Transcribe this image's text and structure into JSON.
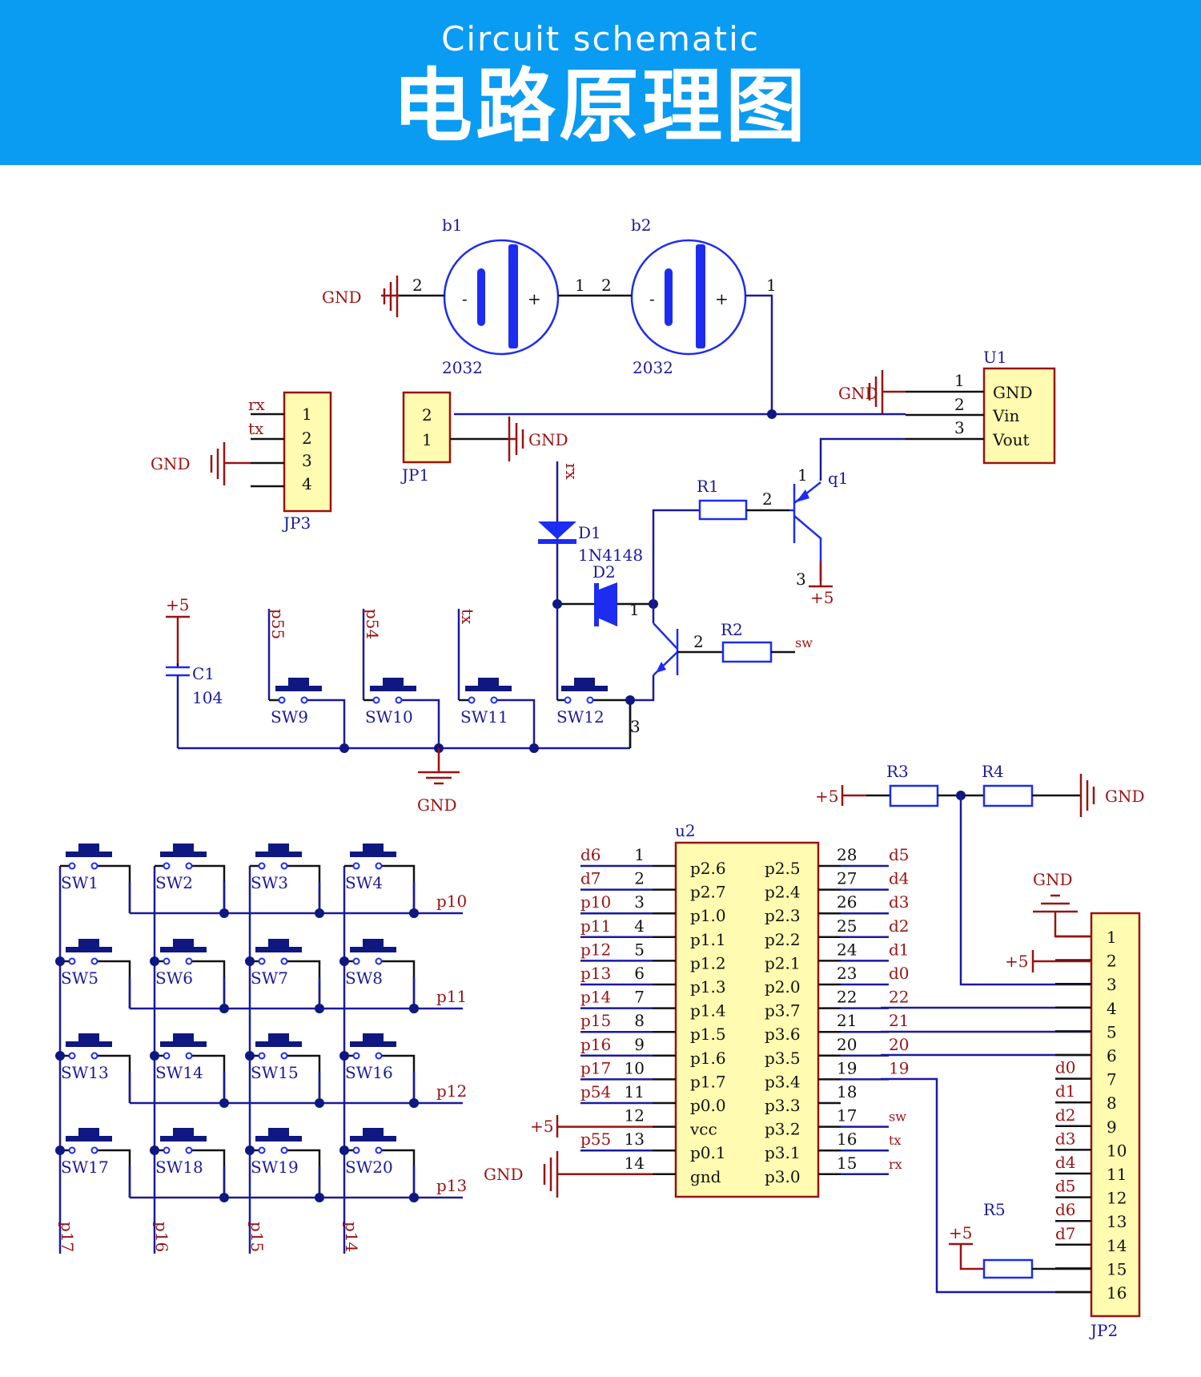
{
  "header": {
    "title_en": "Circuit schematic",
    "title_cn": "电路原理图",
    "background_color": "#0a9bf2"
  },
  "schematic": {
    "net_gnd": "GND",
    "net_plus5": "+5",
    "batteries": [
      {
        "ref": "b1",
        "value": "2032",
        "pin_left": "2",
        "pin_right": "1",
        "minus": "-",
        "plus": "+"
      },
      {
        "ref": "b2",
        "value": "2032",
        "pin_left": "2",
        "pin_right": "1",
        "minus": "-",
        "plus": "+"
      }
    ],
    "u1": {
      "ref": "U1",
      "pins": [
        {
          "num": "1",
          "name": "GND"
        },
        {
          "num": "2",
          "name": "Vin"
        },
        {
          "num": "3",
          "name": "Vout"
        }
      ]
    },
    "jp1": {
      "ref": "JP1",
      "pins": [
        "2",
        "1"
      ]
    },
    "jp3": {
      "ref": "JP3",
      "pins": [
        "1",
        "2",
        "3",
        "4"
      ],
      "nets": [
        "rx",
        "tx",
        "GND",
        ""
      ]
    },
    "d1": {
      "ref": "D1",
      "value": "1N4148",
      "net": "rx"
    },
    "d2": {
      "ref": "D2",
      "pin": "1"
    },
    "r1": {
      "ref": "R1",
      "pin": "2"
    },
    "r2": {
      "ref": "R2",
      "net": "sw",
      "pin": "2"
    },
    "q1": {
      "ref": "q1",
      "pins": [
        "1",
        "2",
        "3"
      ]
    },
    "q2": {
      "pin_e": "3"
    },
    "c1": {
      "ref": "C1",
      "value": "104"
    },
    "switch_row": [
      {
        "ref": "SW9",
        "net": "p55"
      },
      {
        "ref": "SW10",
        "net": "p54"
      },
      {
        "ref": "SW11",
        "net": "tx"
      },
      {
        "ref": "SW12",
        "net": ""
      }
    ],
    "r3": {
      "ref": "R3"
    },
    "r4": {
      "ref": "R4"
    },
    "r5": {
      "ref": "R5"
    },
    "keypad": {
      "switches": [
        "SW1",
        "SW2",
        "SW3",
        "SW4",
        "SW5",
        "SW6",
        "SW7",
        "SW8",
        "SW13",
        "SW14",
        "SW15",
        "SW16",
        "SW17",
        "SW18",
        "SW19",
        "SW20"
      ],
      "row_nets": [
        "p10",
        "p11",
        "p12",
        "p13"
      ],
      "col_nets": [
        "p17",
        "p16",
        "p15",
        "p14"
      ]
    },
    "u2": {
      "ref": "u2",
      "left_pins": [
        {
          "net": "d6",
          "num": "1",
          "name": "p2.6"
        },
        {
          "net": "d7",
          "num": "2",
          "name": "p2.7"
        },
        {
          "net": "p10",
          "num": "3",
          "name": "p1.0"
        },
        {
          "net": "p11",
          "num": "4",
          "name": "p1.1"
        },
        {
          "net": "p12",
          "num": "5",
          "name": "p1.2"
        },
        {
          "net": "p13",
          "num": "6",
          "name": "p1.3"
        },
        {
          "net": "p14",
          "num": "7",
          "name": "p1.4"
        },
        {
          "net": "p15",
          "num": "8",
          "name": "p1.5"
        },
        {
          "net": "p16",
          "num": "9",
          "name": "p1.6"
        },
        {
          "net": "p17",
          "num": "10",
          "name": "p1.7"
        },
        {
          "net": "p54",
          "num": "11",
          "name": "p0.0"
        },
        {
          "net": "+5",
          "num": "12",
          "name": "vcc"
        },
        {
          "net": "p55",
          "num": "13",
          "name": "p0.1"
        },
        {
          "net": "GND",
          "num": "14",
          "name": "gnd"
        }
      ],
      "right_pins": [
        {
          "name": "p2.5",
          "num": "28",
          "net": "d5"
        },
        {
          "name": "p2.4",
          "num": "27",
          "net": "d4"
        },
        {
          "name": "p2.3",
          "num": "26",
          "net": "d3"
        },
        {
          "name": "p2.2",
          "num": "25",
          "net": "d2"
        },
        {
          "name": "p2.1",
          "num": "24",
          "net": "d1"
        },
        {
          "name": "p2.0",
          "num": "23",
          "net": "d0"
        },
        {
          "name": "p3.7",
          "num": "22",
          "net": "22"
        },
        {
          "name": "p3.6",
          "num": "21",
          "net": "21"
        },
        {
          "name": "p3.5",
          "num": "20",
          "net": "20"
        },
        {
          "name": "p3.4",
          "num": "19",
          "net": "19"
        },
        {
          "name": "p3.3",
          "num": "18",
          "net": ""
        },
        {
          "name": "p3.2",
          "num": "17",
          "net": "sw"
        },
        {
          "name": "p3.1",
          "num": "16",
          "net": "tx"
        },
        {
          "name": "p3.0",
          "num": "15",
          "net": "rx"
        }
      ]
    },
    "jp2": {
      "ref": "JP2",
      "pins": [
        "1",
        "2",
        "3",
        "4",
        "5",
        "6",
        "7",
        "8",
        "9",
        "10",
        "11",
        "12",
        "13",
        "14",
        "15",
        "16"
      ],
      "nets": [
        "",
        "",
        "",
        "",
        "",
        "",
        "d0",
        "d1",
        "d2",
        "d3",
        "d4",
        "d5",
        "d6",
        "d7",
        "",
        ""
      ]
    }
  }
}
